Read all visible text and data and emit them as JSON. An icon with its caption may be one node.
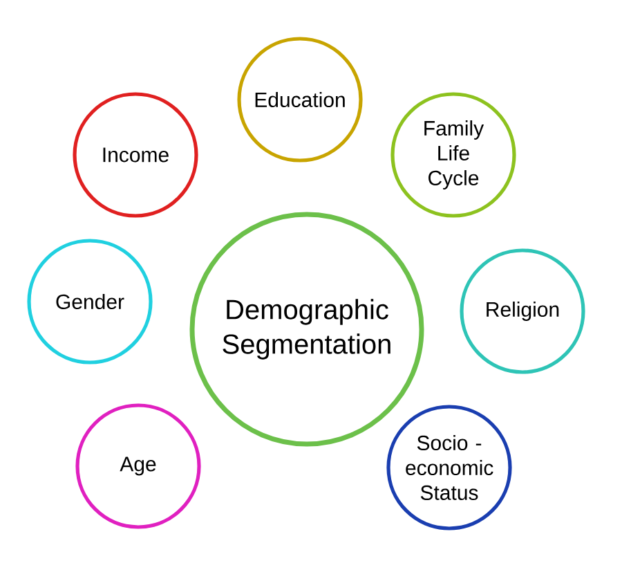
{
  "diagram": {
    "nodes": [
      {
        "text": [
          "Demographic Segmentation"
        ]
      },
      {
        "text": [
          "Education"
        ]
      },
      {
        "text": [
          "Family Life Cycle"
        ]
      },
      {
        "text": [
          "Religion"
        ]
      },
      {
        "text": [
          "Socio -economic Status"
        ]
      },
      {
        "text": [
          "Age"
        ]
      },
      {
        "text": [
          "Gender"
        ]
      },
      {
        "text": [
          "Income"
        ]
      }
    ]
  }
}
